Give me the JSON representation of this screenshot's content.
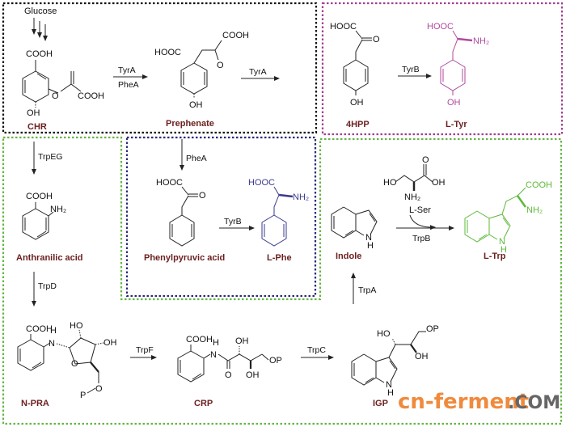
{
  "start": {
    "glucose": "Glucose"
  },
  "compounds": {
    "chr": {
      "label": "CHR",
      "groups": [
        "COOH",
        "COOH",
        "OH",
        "O"
      ]
    },
    "prephenate": {
      "label": "Prephenate",
      "groups": [
        "HOOC",
        "COOH",
        "O",
        "OH"
      ]
    },
    "hpp": {
      "label": "4HPP",
      "groups": [
        "HOOC",
        "O",
        "OH"
      ]
    },
    "ltyr": {
      "label": "L-Tyr",
      "groups": [
        "HOOC",
        "NH₂",
        "OH"
      ]
    },
    "anthranilic": {
      "label": "Anthranilic acid",
      "groups": [
        "COOH",
        "NH₂"
      ]
    },
    "phenylpyruvic": {
      "label": "Phenylpyruvic acid",
      "groups": [
        "HOOC",
        "O"
      ]
    },
    "lphe": {
      "label": "L-Phe",
      "groups": [
        "HOOC",
        "NH₂"
      ]
    },
    "indole": {
      "label": "Indole",
      "groups": [
        "N",
        "H"
      ]
    },
    "lser": {
      "label": "L-Ser",
      "groups": [
        "HO",
        "O",
        "OH",
        "NH₂"
      ]
    },
    "ltrp": {
      "label": "L-Trp",
      "groups": [
        "COOH",
        "NH₂",
        "N",
        "H"
      ]
    },
    "npra": {
      "label": "N-PRA",
      "groups": [
        "COOH",
        "H",
        "N",
        "HO",
        "OH",
        "O",
        "O",
        "P"
      ]
    },
    "crp": {
      "label": "CRP",
      "groups": [
        "COOH",
        "H",
        "N",
        "OH",
        "O",
        "OH",
        "OP"
      ]
    },
    "igp": {
      "label": "IGP",
      "groups": [
        "HO",
        "OP",
        "OH",
        "N",
        "H"
      ]
    }
  },
  "enzymes": {
    "tyra_phea_top": "TyrA",
    "tyra_phea_bottom": "PheA",
    "tyra": "TyrA",
    "tyrb_tyr": "TyrB",
    "trpeg": "TrpEG",
    "phea": "PheA",
    "tyrb_phe": "TyrB",
    "trpd": "TrpD",
    "trpb": "TrpB",
    "trpa": "TrpA",
    "trpf": "TrpF",
    "trpc": "TrpC"
  },
  "watermark": {
    "part1": "cn-ferment",
    "part2": ".COM"
  },
  "colors": {
    "label": "#6b1f1f",
    "tyr_box": "#a0408f",
    "phe_box": "#2b2b7a",
    "trp_box": "#66b544",
    "chor_box": "#111111",
    "ltyr": "#b04a9e",
    "lphe": "#3a3a8f",
    "ltrp": "#5cb838",
    "watermark_orange": "#f08a3c",
    "watermark_gray": "#666666"
  }
}
